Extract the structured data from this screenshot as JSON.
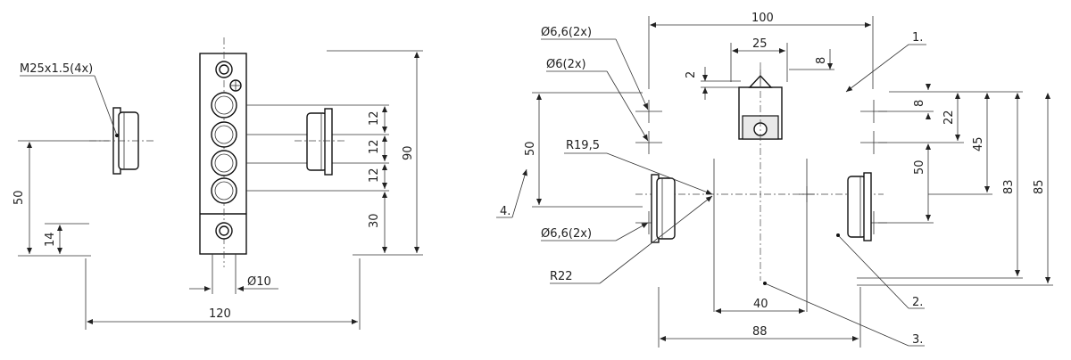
{
  "drawing": {
    "left_view": {
      "thread_label": "M25x1.5(4x)",
      "dim_width": "120",
      "dim_height_50": "50",
      "dim_14": "14",
      "dim_90": "90",
      "dim_30": "30",
      "dim_12_a": "12",
      "dim_12_b": "12",
      "dim_12_c": "12",
      "dim_phi10": "Ø10"
    },
    "right_view": {
      "dim_100": "100",
      "dim_25": "25",
      "dim_2": "2",
      "dim_8_top": "8",
      "hole_label_top_a": "Ø6,6(2x)",
      "hole_label_top_b": "Ø6(2x)",
      "hole_label_bottom": "Ø6,6(2x)",
      "radius_195": "R19,5",
      "radius_22": "R22",
      "dim_50_left": "50",
      "dim_8_right": "8",
      "dim_22": "22",
      "dim_45": "45",
      "dim_50_right": "50",
      "dim_83": "83",
      "dim_85": "85",
      "dim_40": "40",
      "dim_88": "88"
    },
    "callouts": [
      "1.",
      "2.",
      "3.",
      "4."
    ]
  }
}
